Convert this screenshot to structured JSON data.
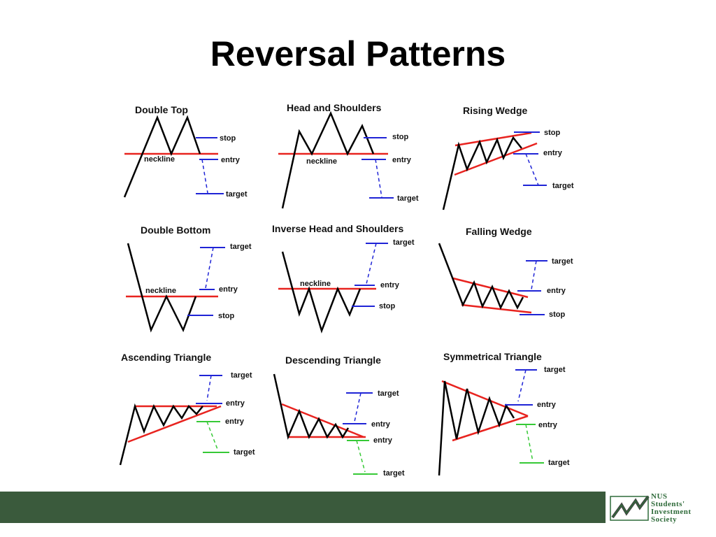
{
  "slide": {
    "title": "Reversal Patterns"
  },
  "labels": {
    "stop": "stop",
    "entry": "entry",
    "target": "target",
    "neckline": "neckline"
  },
  "patterns": [
    {
      "id": "double-top",
      "title": "Double Top"
    },
    {
      "id": "head-and-shoulders",
      "title": "Head and Shoulders"
    },
    {
      "id": "rising-wedge",
      "title": "Rising Wedge"
    },
    {
      "id": "double-bottom",
      "title": "Double Bottom"
    },
    {
      "id": "inverse-head-and-shoulders",
      "title": "Inverse Head and Shoulders"
    },
    {
      "id": "falling-wedge",
      "title": "Falling Wedge"
    },
    {
      "id": "ascending-triangle",
      "title": "Ascending Triangle"
    },
    {
      "id": "descending-triangle",
      "title": "Descending Triangle"
    },
    {
      "id": "symmetrical-triangle",
      "title": "Symmetrical Triangle"
    }
  ],
  "logo": {
    "lines": [
      "NUS",
      "Students'",
      "Investment",
      "Society"
    ]
  },
  "colors": {
    "neckline_red": "#e8231f",
    "level_blue": "#1f24d6",
    "level_green": "#36c936",
    "footer_green": "#3a5a3c",
    "logo_green": "#2f6b3a"
  },
  "icons": {
    "logo": "stock-chart-logo-icon"
  }
}
